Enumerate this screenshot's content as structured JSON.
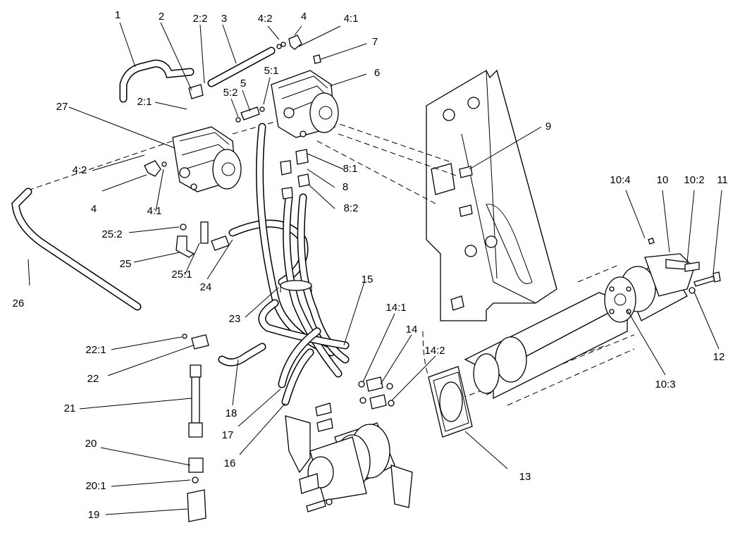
{
  "diagram": {
    "type": "exploded-parts-view",
    "background": "#ffffff",
    "line_color": "#000000",
    "callouts": [
      {
        "id": "c1",
        "text": "1"
      },
      {
        "id": "c2",
        "text": "2"
      },
      {
        "id": "c2_2",
        "text": "2:2"
      },
      {
        "id": "c3",
        "text": "3"
      },
      {
        "id": "c4_2top",
        "text": "4:2"
      },
      {
        "id": "c4top",
        "text": "4"
      },
      {
        "id": "c4_1top",
        "text": "4:1"
      },
      {
        "id": "c7",
        "text": "7"
      },
      {
        "id": "c6",
        "text": "6"
      },
      {
        "id": "c5_1",
        "text": "5:1"
      },
      {
        "id": "c5",
        "text": "5"
      },
      {
        "id": "c5_2",
        "text": "5:2"
      },
      {
        "id": "c2_1",
        "text": "2:1"
      },
      {
        "id": "c27",
        "text": "27"
      },
      {
        "id": "c9",
        "text": "9"
      },
      {
        "id": "c8_1",
        "text": "8:1"
      },
      {
        "id": "c8",
        "text": "8"
      },
      {
        "id": "c8_2",
        "text": "8:2"
      },
      {
        "id": "c4_2left",
        "text": "4:2"
      },
      {
        "id": "c4left",
        "text": "4"
      },
      {
        "id": "c4_1left",
        "text": "4:1"
      },
      {
        "id": "c10_4",
        "text": "10:4"
      },
      {
        "id": "c10",
        "text": "10"
      },
      {
        "id": "c10_2",
        "text": "10:2"
      },
      {
        "id": "c11",
        "text": "11"
      },
      {
        "id": "c25_2",
        "text": "25:2"
      },
      {
        "id": "c25",
        "text": "25"
      },
      {
        "id": "c25_1",
        "text": "25:1"
      },
      {
        "id": "c24",
        "text": "24"
      },
      {
        "id": "c26",
        "text": "26"
      },
      {
        "id": "c23",
        "text": "23"
      },
      {
        "id": "c15",
        "text": "15"
      },
      {
        "id": "c14_1",
        "text": "14:1"
      },
      {
        "id": "c14",
        "text": "14"
      },
      {
        "id": "c14_2",
        "text": "14:2"
      },
      {
        "id": "c12",
        "text": "12"
      },
      {
        "id": "c10_3",
        "text": "10:3"
      },
      {
        "id": "c22_1",
        "text": "22:1"
      },
      {
        "id": "c22",
        "text": "22"
      },
      {
        "id": "c18",
        "text": "18"
      },
      {
        "id": "c21",
        "text": "21"
      },
      {
        "id": "c17",
        "text": "17"
      },
      {
        "id": "c16",
        "text": "16"
      },
      {
        "id": "c13",
        "text": "13"
      },
      {
        "id": "c20",
        "text": "20"
      },
      {
        "id": "c20_1",
        "text": "20:1"
      },
      {
        "id": "c19",
        "text": "19"
      }
    ]
  }
}
